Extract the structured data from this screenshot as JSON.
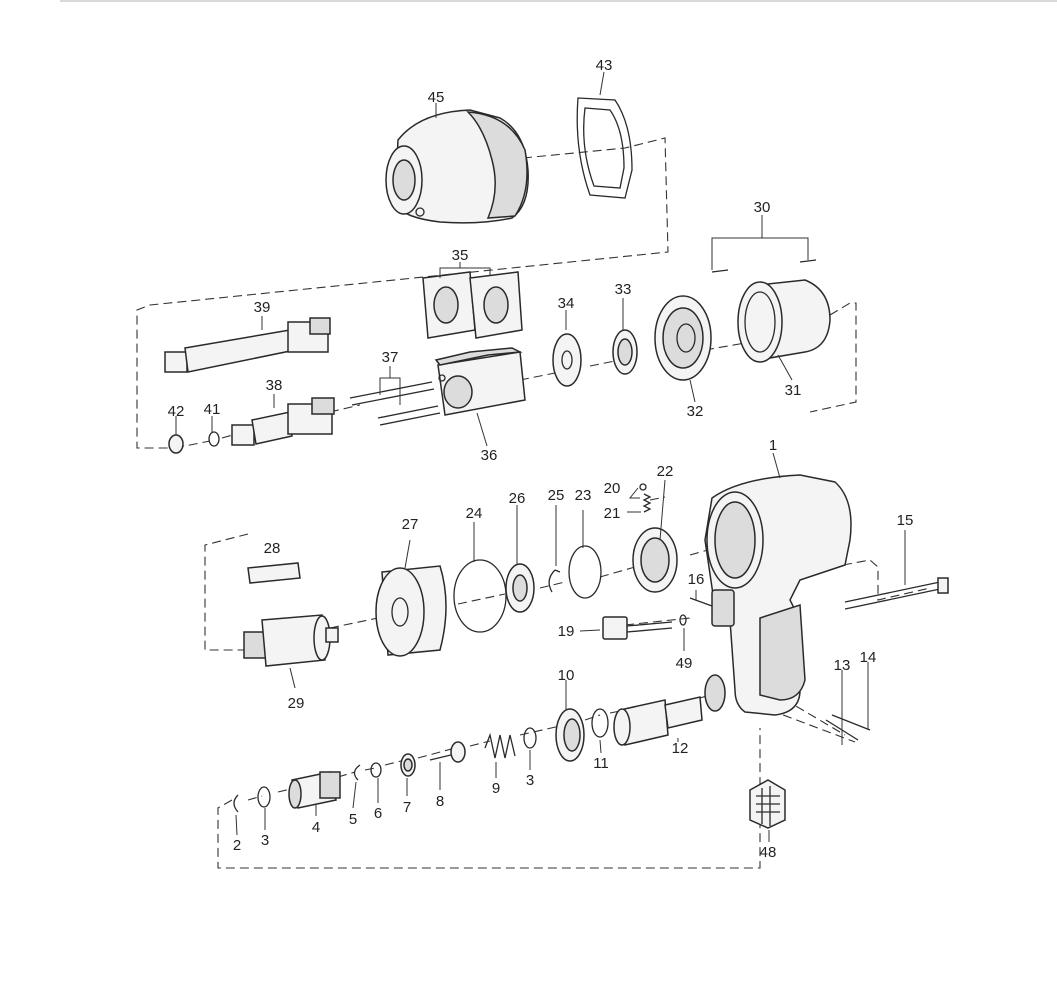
{
  "parts": [
    {
      "id": "1",
      "label": "1"
    },
    {
      "id": "2",
      "label": "2"
    },
    {
      "id": "3a",
      "label": "3"
    },
    {
      "id": "3b",
      "label": "3"
    },
    {
      "id": "4",
      "label": "4"
    },
    {
      "id": "5",
      "label": "5"
    },
    {
      "id": "6",
      "label": "6"
    },
    {
      "id": "7",
      "label": "7"
    },
    {
      "id": "8",
      "label": "8"
    },
    {
      "id": "9",
      "label": "9"
    },
    {
      "id": "10",
      "label": "10"
    },
    {
      "id": "11",
      "label": "11"
    },
    {
      "id": "12",
      "label": "12"
    },
    {
      "id": "13",
      "label": "13"
    },
    {
      "id": "14",
      "label": "14"
    },
    {
      "id": "15",
      "label": "15"
    },
    {
      "id": "16",
      "label": "16"
    },
    {
      "id": "19",
      "label": "19"
    },
    {
      "id": "20",
      "label": "20"
    },
    {
      "id": "21",
      "label": "21"
    },
    {
      "id": "22",
      "label": "22"
    },
    {
      "id": "23",
      "label": "23"
    },
    {
      "id": "24",
      "label": "24"
    },
    {
      "id": "25",
      "label": "25"
    },
    {
      "id": "26",
      "label": "26"
    },
    {
      "id": "27",
      "label": "27"
    },
    {
      "id": "28",
      "label": "28"
    },
    {
      "id": "29",
      "label": "29"
    },
    {
      "id": "30",
      "label": "30"
    },
    {
      "id": "31",
      "label": "31"
    },
    {
      "id": "32",
      "label": "32"
    },
    {
      "id": "33",
      "label": "33"
    },
    {
      "id": "34",
      "label": "34"
    },
    {
      "id": "35",
      "label": "35"
    },
    {
      "id": "36",
      "label": "36"
    },
    {
      "id": "37",
      "label": "37"
    },
    {
      "id": "38",
      "label": "38"
    },
    {
      "id": "39",
      "label": "39"
    },
    {
      "id": "41",
      "label": "41"
    },
    {
      "id": "42",
      "label": "42"
    },
    {
      "id": "43",
      "label": "43"
    },
    {
      "id": "45",
      "label": "45"
    },
    {
      "id": "48",
      "label": "48"
    },
    {
      "id": "49",
      "label": "49"
    }
  ]
}
